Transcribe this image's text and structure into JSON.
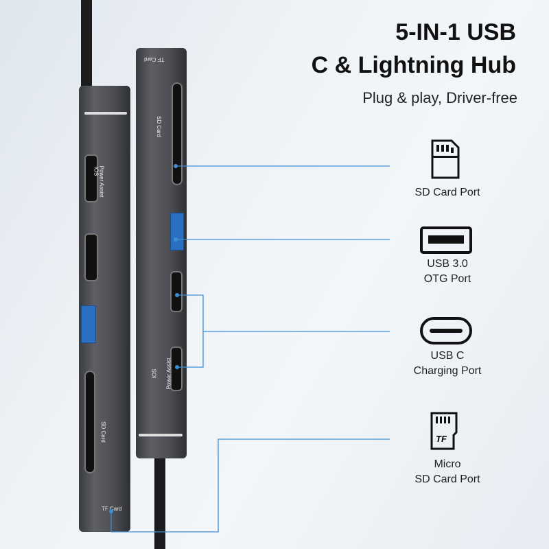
{
  "header": {
    "title_line1": "5-IN-1 USB",
    "title_line2": "C & Lightning Hub",
    "subtitle": "Plug & play, Driver-free"
  },
  "features": [
    {
      "icon": "sd-card-icon",
      "label": "SD Card Port"
    },
    {
      "icon": "usb-a-port-icon",
      "label_line1": "USB 3.0",
      "label_line2": "OTG Port"
    },
    {
      "icon": "usb-c-port-icon",
      "label_line1": "USB C",
      "label_line2": "Charging Port"
    },
    {
      "icon": "micro-sd-card-icon",
      "label_line1": "Micro",
      "label_line2": "SD Card Port",
      "icon_text": "TF"
    }
  ],
  "device_labels": {
    "tf_card": "TF Card",
    "sd_card": "SD Card",
    "ios": "IOS",
    "power_assist": "Power Assist"
  },
  "colors": {
    "line": "#3d8fd6",
    "usb_blue": "#2a6fc1"
  }
}
